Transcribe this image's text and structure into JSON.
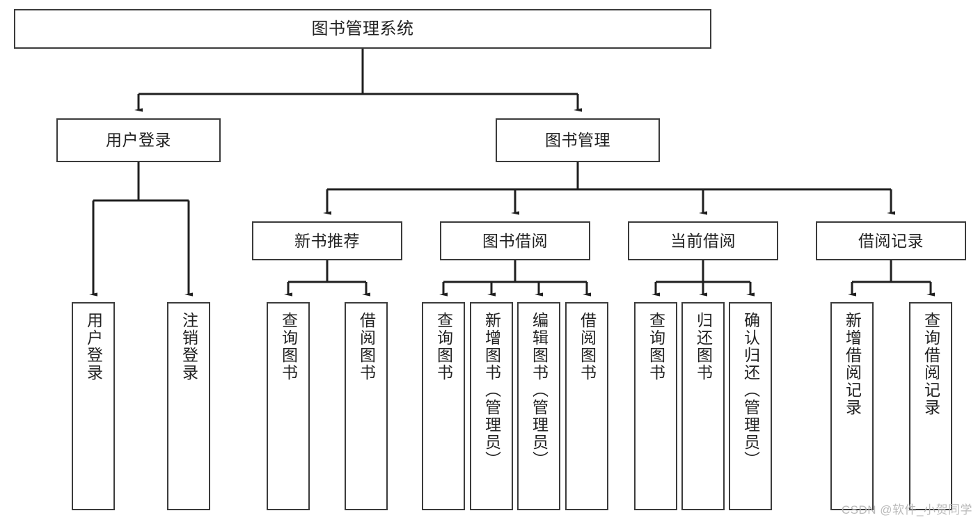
{
  "diagram": {
    "type": "tree-hierarchy-flowchart",
    "title": "图书管理系统",
    "orientation": "top-down",
    "colors": {
      "box_border": "#3b3b3b",
      "box_fill": "#ffffff",
      "connector": "#1f1f1f",
      "text": "#222222",
      "watermark": "#b9b9b9",
      "background": "#ffffff"
    },
    "nodes": {
      "root": {
        "id": "root",
        "label": "图书管理系统",
        "level": 0,
        "text_direction": "horizontal"
      },
      "level1": [
        {
          "id": "user-login",
          "label": "用户登录",
          "level": 1,
          "text_direction": "horizontal"
        },
        {
          "id": "book-management",
          "label": "图书管理",
          "level": 1,
          "text_direction": "horizontal"
        }
      ],
      "level2": [
        {
          "id": "new-book-recommend",
          "label": "新书推荐",
          "level": 2,
          "parent": "book-management",
          "text_direction": "horizontal"
        },
        {
          "id": "book-borrow",
          "label": "图书借阅",
          "level": 2,
          "parent": "book-management",
          "text_direction": "horizontal"
        },
        {
          "id": "current-borrow",
          "label": "当前借阅",
          "level": 2,
          "parent": "book-management",
          "text_direction": "horizontal"
        },
        {
          "id": "borrow-record",
          "label": "借阅记录",
          "level": 2,
          "parent": "book-management",
          "text_direction": "horizontal"
        }
      ],
      "leaves": [
        {
          "id": "leaf-user-login",
          "label": "用户登录",
          "parent": "user-login",
          "text_direction": "vertical"
        },
        {
          "id": "leaf-logout",
          "label": "注销登录",
          "parent": "user-login",
          "text_direction": "vertical"
        },
        {
          "id": "leaf-query-book-1",
          "label": "查询图书",
          "parent": "new-book-recommend",
          "text_direction": "vertical"
        },
        {
          "id": "leaf-borrow-book-1",
          "label": "借阅图书",
          "parent": "new-book-recommend",
          "text_direction": "vertical"
        },
        {
          "id": "leaf-query-book-2",
          "label": "查询图书",
          "parent": "book-borrow",
          "text_direction": "vertical"
        },
        {
          "id": "leaf-add-book",
          "label": "新增图书（管理员）",
          "parent": "book-borrow",
          "text_direction": "vertical"
        },
        {
          "id": "leaf-edit-book",
          "label": "编辑图书（管理员）",
          "parent": "book-borrow",
          "text_direction": "vertical"
        },
        {
          "id": "leaf-borrow-book-2",
          "label": "借阅图书",
          "parent": "book-borrow",
          "text_direction": "vertical"
        },
        {
          "id": "leaf-query-book-3",
          "label": "查询图书",
          "parent": "current-borrow",
          "text_direction": "vertical"
        },
        {
          "id": "leaf-return-book",
          "label": "归还图书",
          "parent": "current-borrow",
          "text_direction": "vertical"
        },
        {
          "id": "leaf-confirm-return",
          "label": "确认归还（管理员）",
          "parent": "current-borrow",
          "text_direction": "vertical"
        },
        {
          "id": "leaf-add-record",
          "label": "新增借阅记录",
          "parent": "borrow-record",
          "text_direction": "vertical"
        },
        {
          "id": "leaf-query-record",
          "label": "查询借阅记录",
          "parent": "borrow-record",
          "text_direction": "vertical"
        }
      ]
    },
    "edges": [
      {
        "from": "root",
        "to": "user-login"
      },
      {
        "from": "root",
        "to": "book-management"
      },
      {
        "from": "user-login",
        "to": "leaf-user-login"
      },
      {
        "from": "user-login",
        "to": "leaf-logout"
      },
      {
        "from": "book-management",
        "to": "new-book-recommend"
      },
      {
        "from": "book-management",
        "to": "book-borrow"
      },
      {
        "from": "book-management",
        "to": "current-borrow"
      },
      {
        "from": "book-management",
        "to": "borrow-record"
      },
      {
        "from": "new-book-recommend",
        "to": "leaf-query-book-1"
      },
      {
        "from": "new-book-recommend",
        "to": "leaf-borrow-book-1"
      },
      {
        "from": "book-borrow",
        "to": "leaf-query-book-2"
      },
      {
        "from": "book-borrow",
        "to": "leaf-add-book"
      },
      {
        "from": "book-borrow",
        "to": "leaf-edit-book"
      },
      {
        "from": "book-borrow",
        "to": "leaf-borrow-book-2"
      },
      {
        "from": "current-borrow",
        "to": "leaf-query-book-3"
      },
      {
        "from": "current-borrow",
        "to": "leaf-return-book"
      },
      {
        "from": "current-borrow",
        "to": "leaf-confirm-return"
      },
      {
        "from": "borrow-record",
        "to": "leaf-add-record"
      },
      {
        "from": "borrow-record",
        "to": "leaf-query-record"
      }
    ]
  },
  "watermark": {
    "text": "CSDN @软件_小贺同学"
  }
}
